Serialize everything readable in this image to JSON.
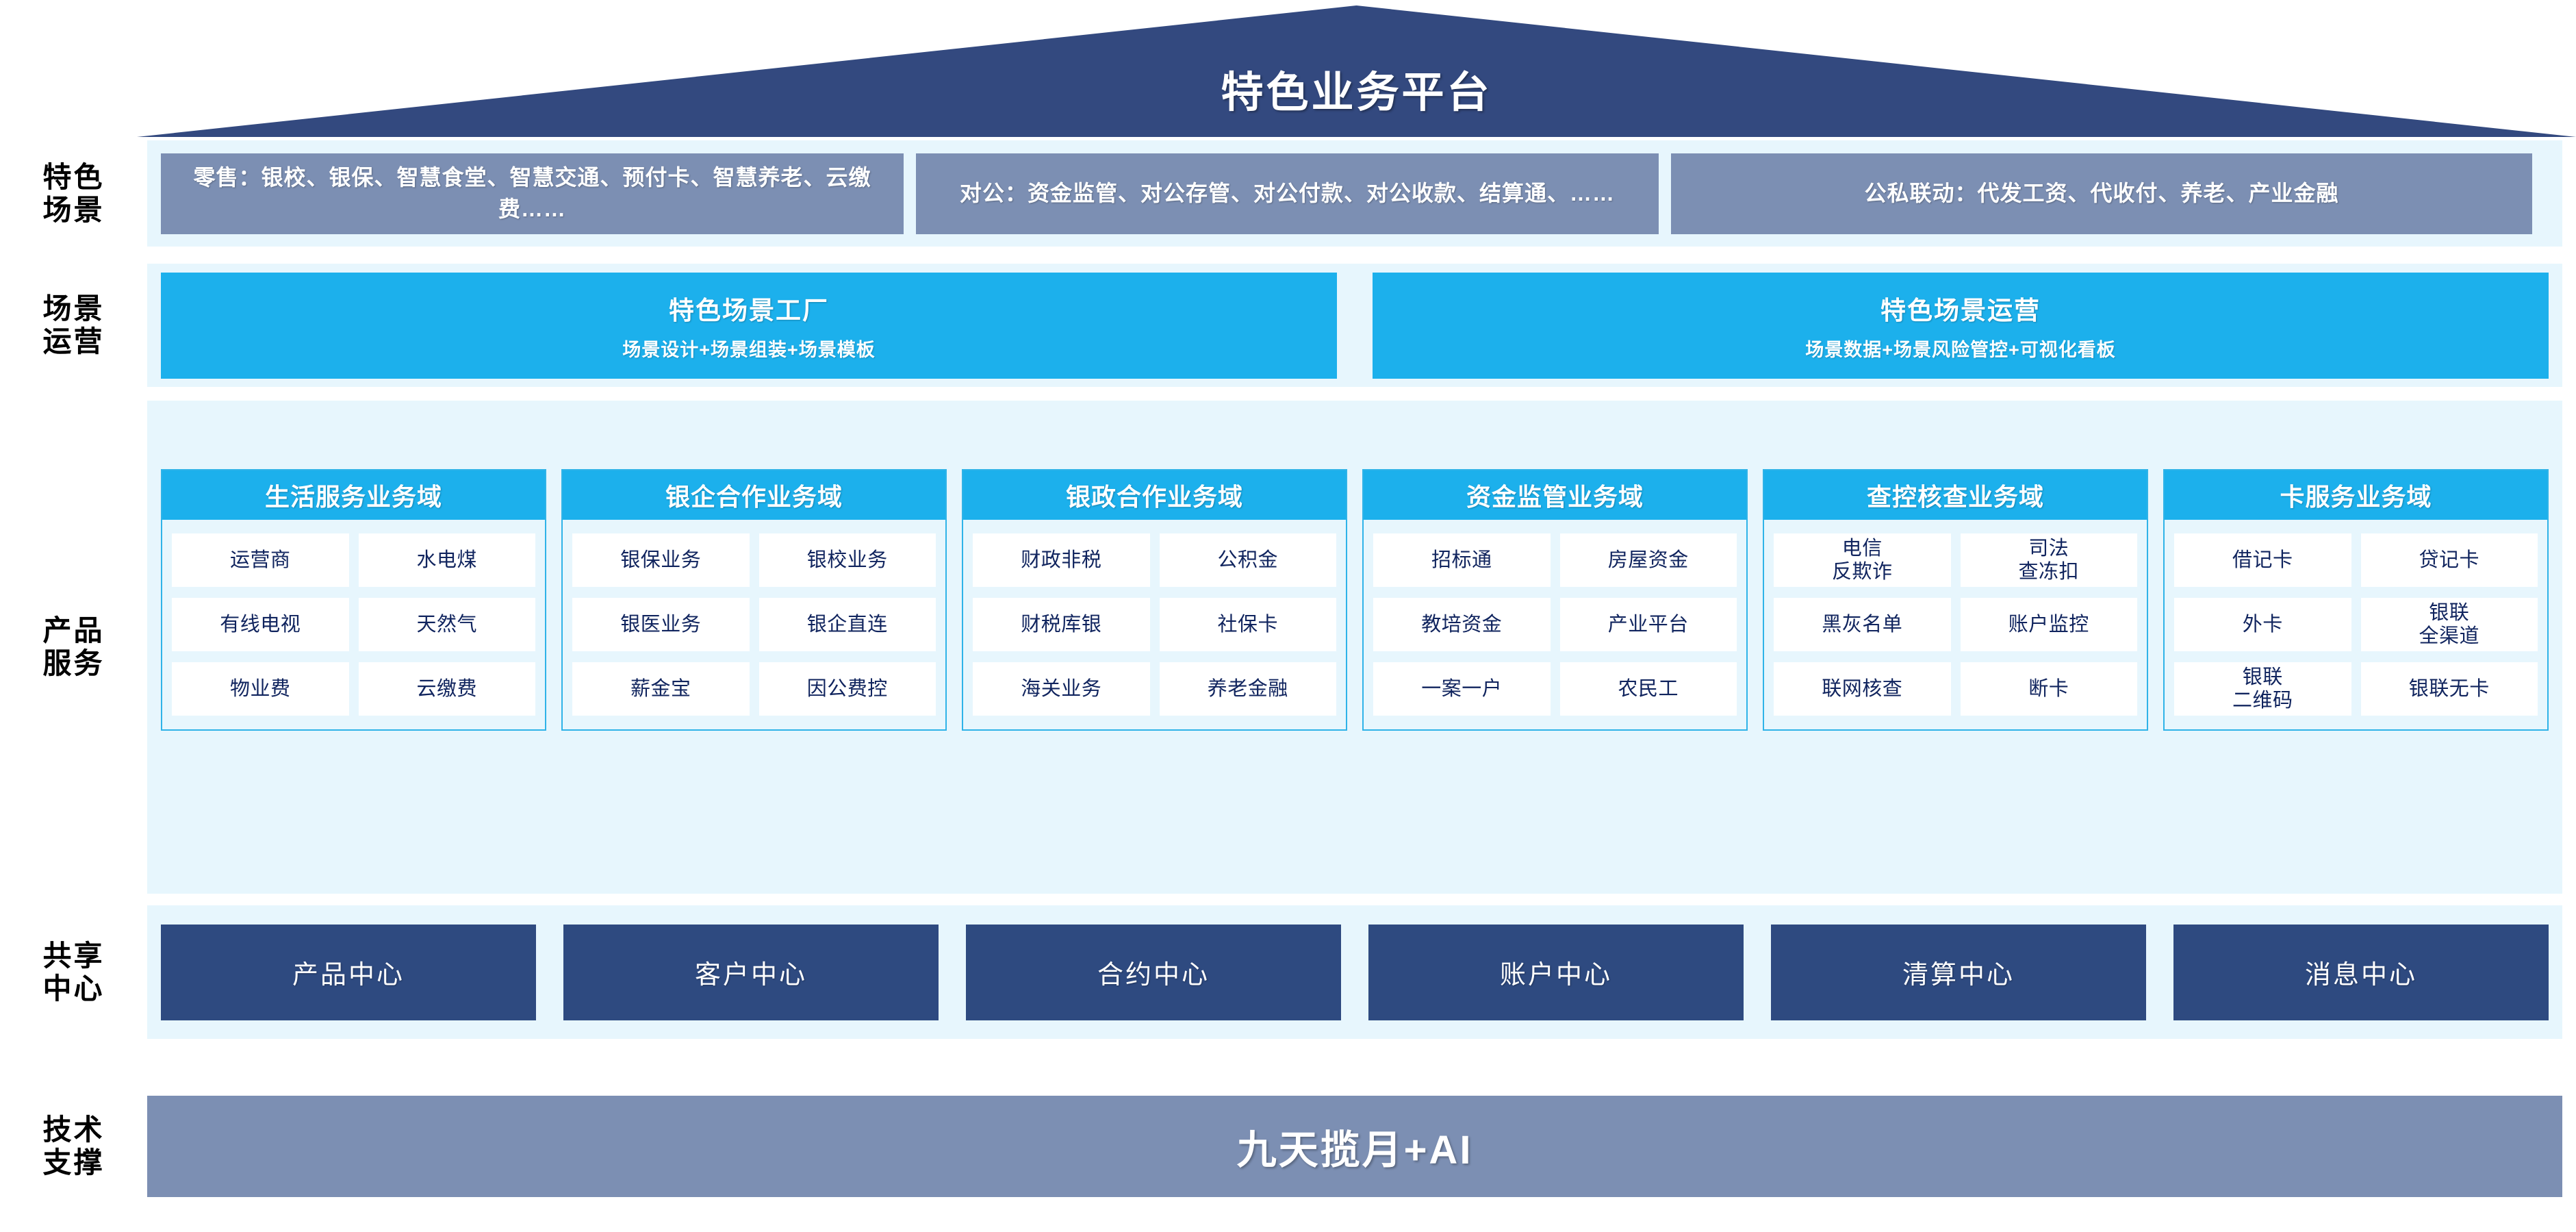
{
  "header": {
    "title": "特色业务平台"
  },
  "row_labels": [
    {
      "key": "scene",
      "lines": [
        "特色",
        "场景"
      ],
      "name": "row-label-scene"
    },
    {
      "key": "ops",
      "lines": [
        "场景",
        "运营"
      ],
      "name": "row-label-operations"
    },
    {
      "key": "prod",
      "lines": [
        "产品",
        "服务"
      ],
      "name": "row-label-products"
    },
    {
      "key": "share",
      "lines": [
        "共享",
        "中心"
      ],
      "name": "row-label-shared-center"
    },
    {
      "key": "tech",
      "lines": [
        "技术",
        "支撑"
      ],
      "name": "row-label-tech-support"
    }
  ],
  "scenes": [
    {
      "text": "零售：银校、银保、智慧食堂、智慧交通、预付卡、智慧养老、云缴费……"
    },
    {
      "text": "对公：资金监管、对公存管、对公付款、对公收款、结算通、……"
    },
    {
      "text": "公私联动：代发工资、代收付、养老、产业金融"
    }
  ],
  "operations": [
    {
      "title": "特色场景工厂",
      "subtitle": "场景设计+场景组装+场景模板"
    },
    {
      "title": "特色场景运营",
      "subtitle": "场景数据+场景风险管控+可视化看板"
    }
  ],
  "product_domains": [
    {
      "title": "生活服务业务域",
      "items": [
        "运营商",
        "水电煤",
        "有线电视",
        "天然气",
        "物业费",
        "云缴费"
      ]
    },
    {
      "title": "银企合作业务域",
      "items": [
        "银保业务",
        "银校业务",
        "银医业务",
        "银企直连",
        "薪金宝",
        "因公费控"
      ]
    },
    {
      "title": "银政合作业务域",
      "items": [
        "财政非税",
        "公积金",
        "财税库银",
        "社保卡",
        "海关业务",
        "养老金融"
      ]
    },
    {
      "title": "资金监管业务域",
      "items": [
        "招标通",
        "房屋资金",
        "教培资金",
        "产业平台",
        "一案一户",
        "农民工"
      ]
    },
    {
      "title": "查控核查业务域",
      "items": [
        "电信\n反欺诈",
        "司法\n查冻扣",
        "黑灰名单",
        "账户监控",
        "联网核查",
        "断卡"
      ]
    },
    {
      "title": "卡服务业务域",
      "items": [
        "借记卡",
        "贷记卡",
        "外卡",
        "银联\n全渠道",
        "银联\n二维码",
        "银联无卡"
      ]
    }
  ],
  "shared_centers": [
    {
      "label": "产品中心"
    },
    {
      "label": "客户中心"
    },
    {
      "label": "合约中心"
    },
    {
      "label": "账户中心"
    },
    {
      "label": "清算中心"
    },
    {
      "label": "消息中心"
    }
  ],
  "tech_support": {
    "label": "九天揽月+AI"
  },
  "colors": {
    "roof_navy": "#33497f",
    "band_bg": "#e7f6fd",
    "scene_slate": "#7c8fb3",
    "cyan": "#1cb0ec",
    "cyan_border": "#2fb3e8",
    "center_navy": "#2e4a80",
    "cell_text": "#10245e",
    "white": "#ffffff"
  }
}
